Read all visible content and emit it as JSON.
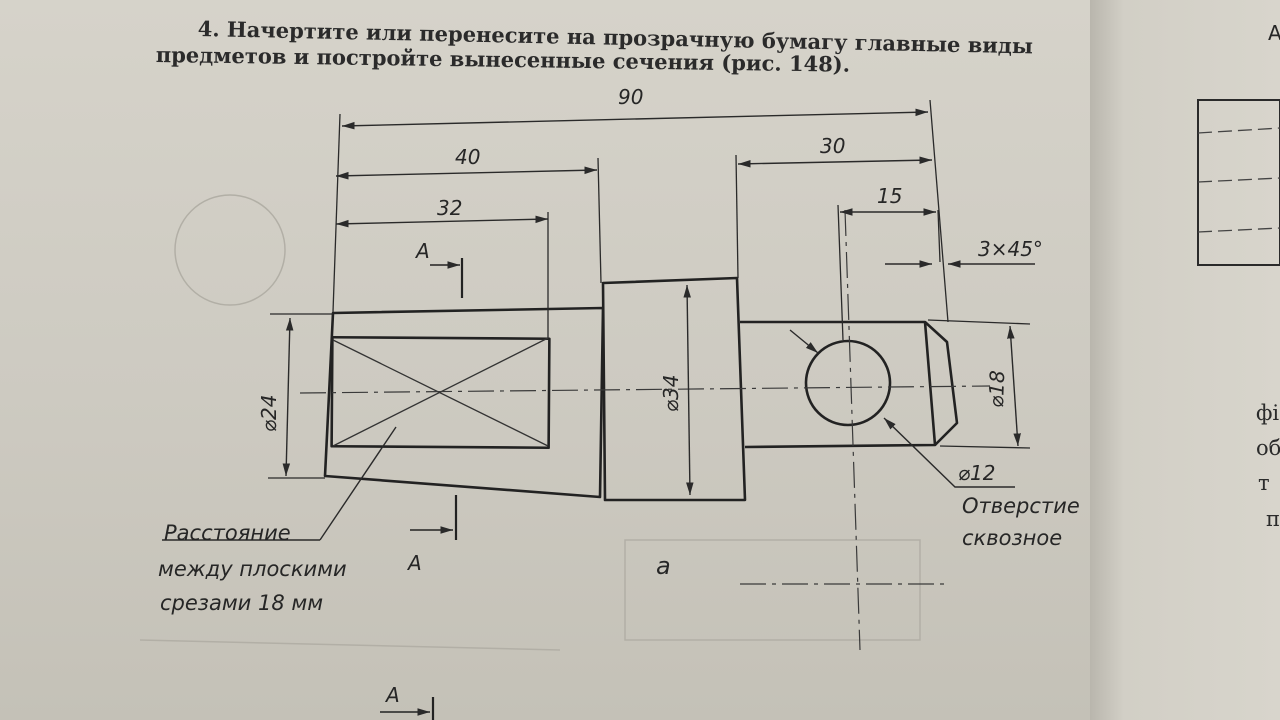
{
  "task": {
    "line1": "4. Начертите или перенесите на прозрачную бумагу главные виды",
    "line2": "предметов и постройте вынесенные сечения (рис. 148)."
  },
  "dimensions": {
    "overall_length": "90",
    "length_40": "40",
    "length_32": "32",
    "length_30": "30",
    "length_15": "15",
    "chamfer": "3×45°",
    "dia_24": "⌀24",
    "dia_34": "⌀34",
    "dia_18": "⌀18",
    "dia_12": "⌀12"
  },
  "notes": {
    "hole_line1": "Отверстие",
    "hole_line2": "сквозное",
    "flats_line1": "Расстояние",
    "flats_line2": "между плоскими",
    "flats_line3": "срезами 18 мм",
    "figure_label": "а"
  },
  "section_marks": {
    "top": "А",
    "bottom": "А",
    "lower_page": "А"
  },
  "right_page": {
    "corner_letter": "А",
    "text_lines": [
      "фі",
      "об",
      "т",
      "п"
    ]
  }
}
